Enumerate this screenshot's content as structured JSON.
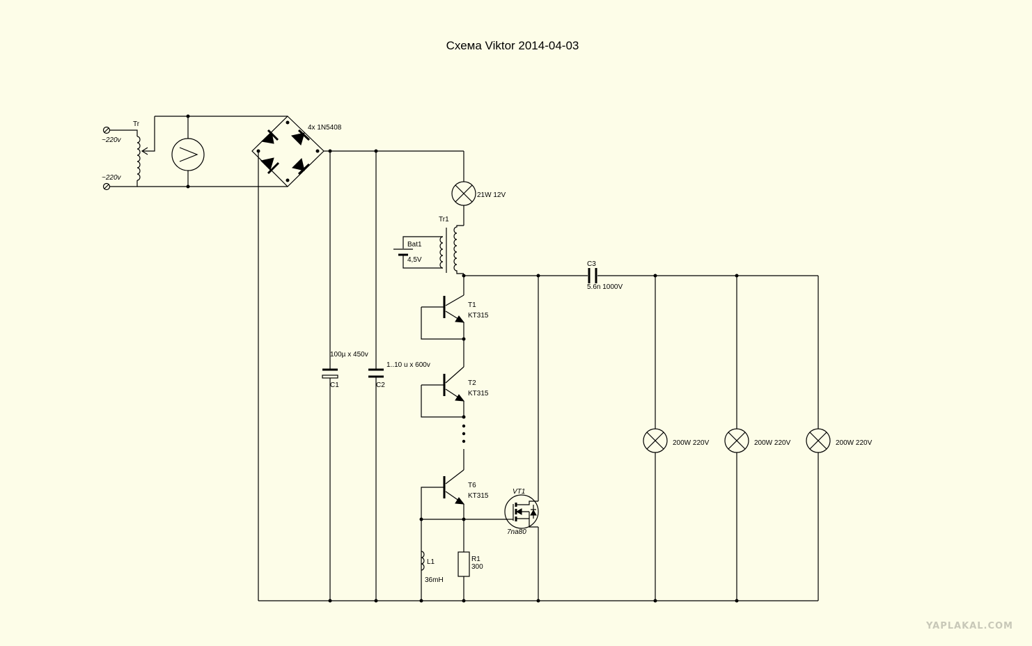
{
  "title": "Схема Viktor 2014-04-03",
  "watermark": "YAPLAKAL.COM",
  "labels": {
    "tr": "Tr",
    "mains_top": "~220v",
    "mains_bottom": "~220v",
    "diodes": "4x 1N5408",
    "lamp_12v": "21W 12V",
    "tr1": "Tr1",
    "bat_name": "Bat1",
    "bat_voltage": "4,5V",
    "c3_name": "C3",
    "c3_value": "5.6n 1000V",
    "t1_name": "T1",
    "t1_type": "KT315",
    "t2_name": "T2",
    "t2_type": "KT315",
    "t6_name": "T6",
    "t6_type": "KT315",
    "c1_value": "100µ x 450v",
    "c1_name": "C1",
    "c2_value": "1..10 u x 600v",
    "c2_name": "C2",
    "vt1_name": "VT1",
    "vt1_type": "7na80",
    "l1_name": "L1",
    "l1_value": "36mH",
    "r1_name": "R1",
    "r1_value": "300",
    "load_lamp1": "200W 220V",
    "load_lamp2": "200W 220V",
    "load_lamp3": "200W 220V"
  },
  "colors": {
    "background": "#fdfde8",
    "ink": "#000000",
    "watermark": "#c8c8b8"
  }
}
